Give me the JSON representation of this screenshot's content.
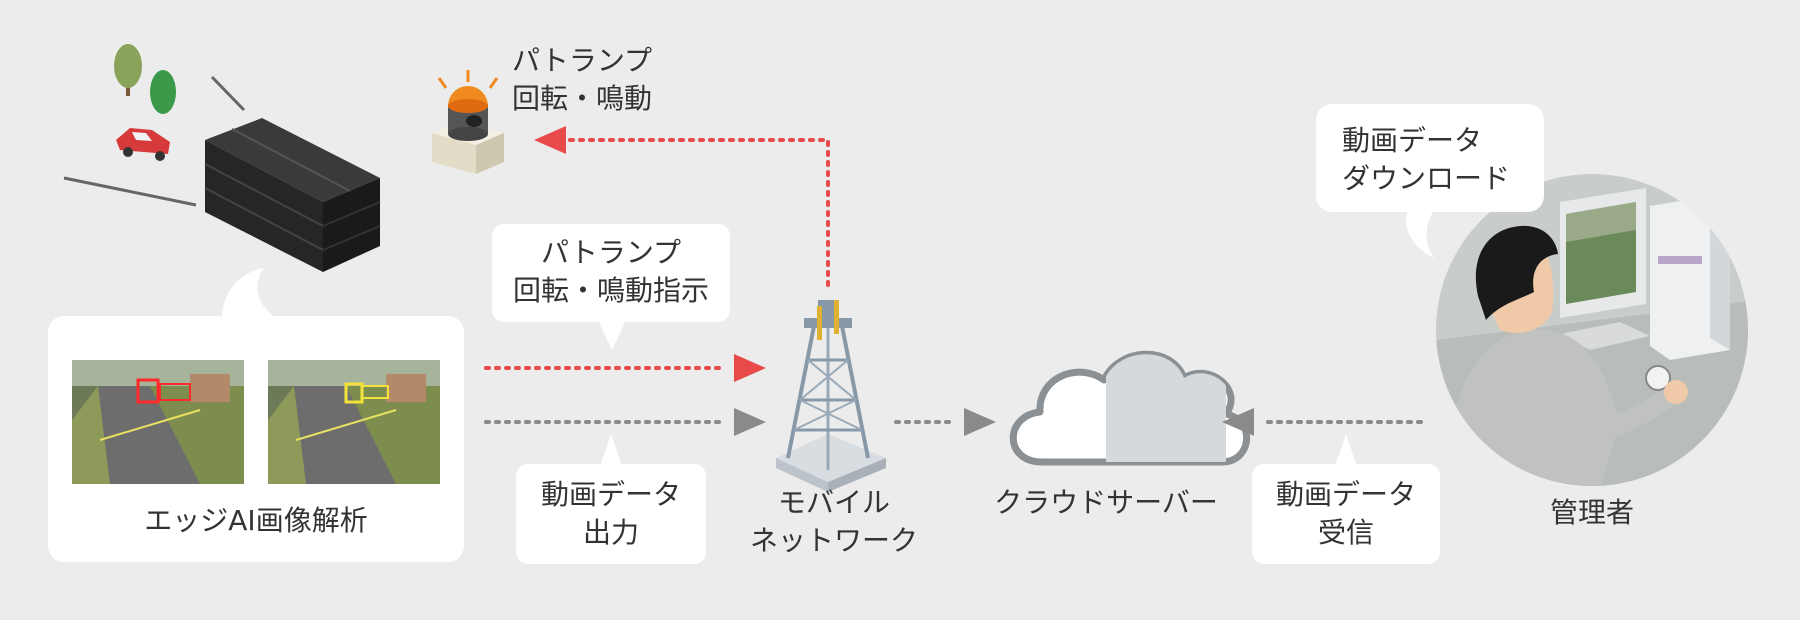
{
  "diagram": {
    "patlamp_label_line1": "パトランプ",
    "patlamp_label_line2": "回転・鳴動",
    "instruction_bubble_line1": "パトランプ",
    "instruction_bubble_line2": "回転・鳴動指示",
    "edge_ai_caption": "エッジAI画像解析",
    "video_output_line1": "動画データ",
    "video_output_line2": "出力",
    "mobile_network_line1": "モバイル",
    "mobile_network_line2": "ネットワーク",
    "cloud_server_label": "クラウドサーバー",
    "video_receive_line1": "動画データ",
    "video_receive_line2": "受信",
    "download_bubble_line1": "動画データ",
    "download_bubble_line2": "ダウンロード",
    "admin_label": "管理者"
  },
  "colors": {
    "background": "#ececec",
    "alert_red": "#e84a4a",
    "flow_gray": "#8a8a8a",
    "bubble": "#ffffff"
  },
  "icons": [
    "tree-icon",
    "car-icon",
    "edge-device-icon",
    "patlamp-icon",
    "radio-tower-icon",
    "cloud-icon",
    "administrator-icon",
    "computer-icon"
  ]
}
